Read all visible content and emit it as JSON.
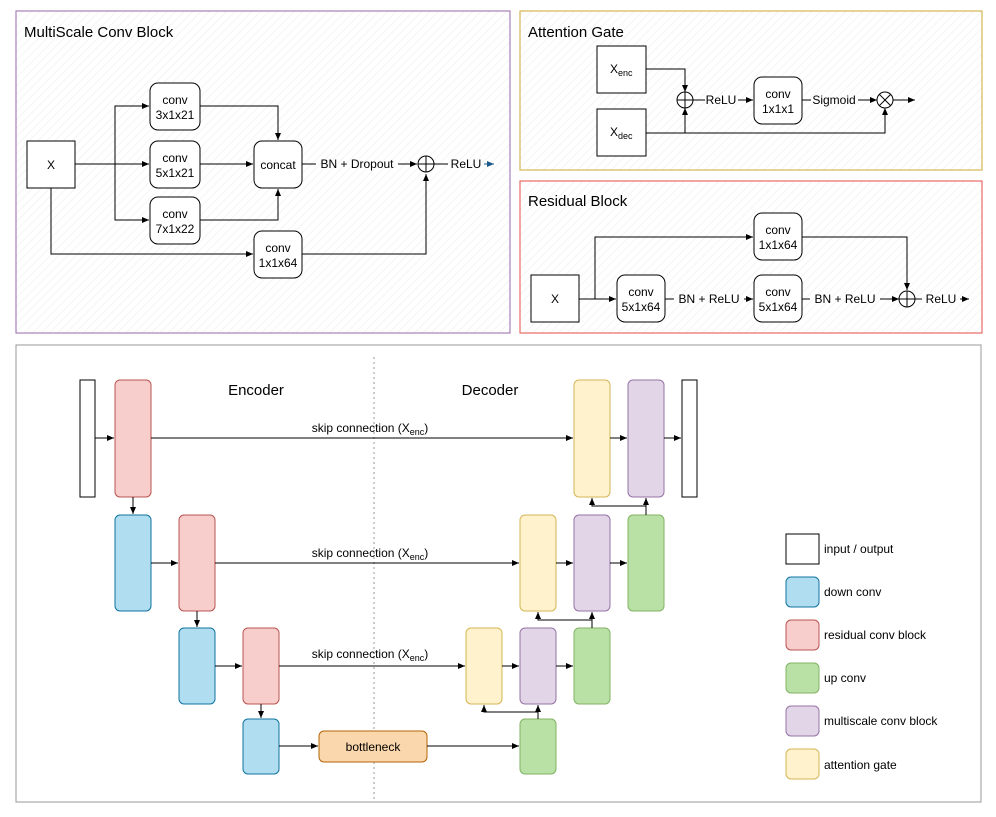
{
  "multiscale": {
    "title": "MultiScale Conv Block",
    "title_color": "#a680b8",
    "input": "X",
    "conv_a": [
      "conv",
      "3x1x21"
    ],
    "conv_b": [
      "conv",
      "5x1x21"
    ],
    "conv_c": [
      "conv",
      "7x1x22"
    ],
    "conv_d": [
      "conv",
      "1x1x64"
    ],
    "concat": "concat",
    "bn_dropout": "BN + Dropout",
    "relu": "ReLU"
  },
  "attention": {
    "title": "Attention Gate",
    "title_color": "#d6b656",
    "xenc_main": "X",
    "xenc_sub": "enc",
    "xdec_main": "X",
    "xdec_sub": "dec",
    "relu": "ReLU",
    "conv": [
      "conv",
      "1x1x1"
    ],
    "sigmoid": "Sigmoid"
  },
  "residual": {
    "title": "Residual Block",
    "title_color": "#ea6b66",
    "input": "X",
    "conv_top": [
      "conv",
      "1x1x64"
    ],
    "conv_1": [
      "conv",
      "5x1x64"
    ],
    "conv_2": [
      "conv",
      "5x1x64"
    ],
    "bn_relu_1": "BN + ReLU",
    "bn_relu_2": "BN + ReLU",
    "relu": "ReLU"
  },
  "unet": {
    "encoder": "Encoder",
    "decoder": "Decoder",
    "skip_main": "skip connection (X",
    "skip_sub": "enc",
    "skip_close": ")",
    "bottleneck": "bottleneck"
  },
  "legend": [
    {
      "label": "input / output",
      "fill": "#ffffff",
      "stroke": "#000000"
    },
    {
      "label": "down conv",
      "fill": "#b1ddf0",
      "stroke": "#10739e"
    },
    {
      "label": "residual conv block",
      "fill": "#f8cecc",
      "stroke": "#b85450"
    },
    {
      "label": "up conv",
      "fill": "#b9e0a5",
      "stroke": "#82b366"
    },
    {
      "label": "multiscale conv block",
      "fill": "#e1d5e7",
      "stroke": "#9673a6"
    },
    {
      "label": "attention gate",
      "fill": "#fff2cc",
      "stroke": "#d6b656"
    }
  ],
  "colors": {
    "down": {
      "fill": "#b1ddf0",
      "stroke": "#10739e"
    },
    "residual": {
      "fill": "#f8cecc",
      "stroke": "#b85450"
    },
    "up": {
      "fill": "#b9e0a5",
      "stroke": "#82b366"
    },
    "multiscale": {
      "fill": "#e1d5e7",
      "stroke": "#9673a6"
    },
    "attention": {
      "fill": "#fff2cc",
      "stroke": "#d6b656"
    },
    "bottleneck": {
      "fill": "#fad7ac",
      "stroke": "#b46504"
    }
  }
}
